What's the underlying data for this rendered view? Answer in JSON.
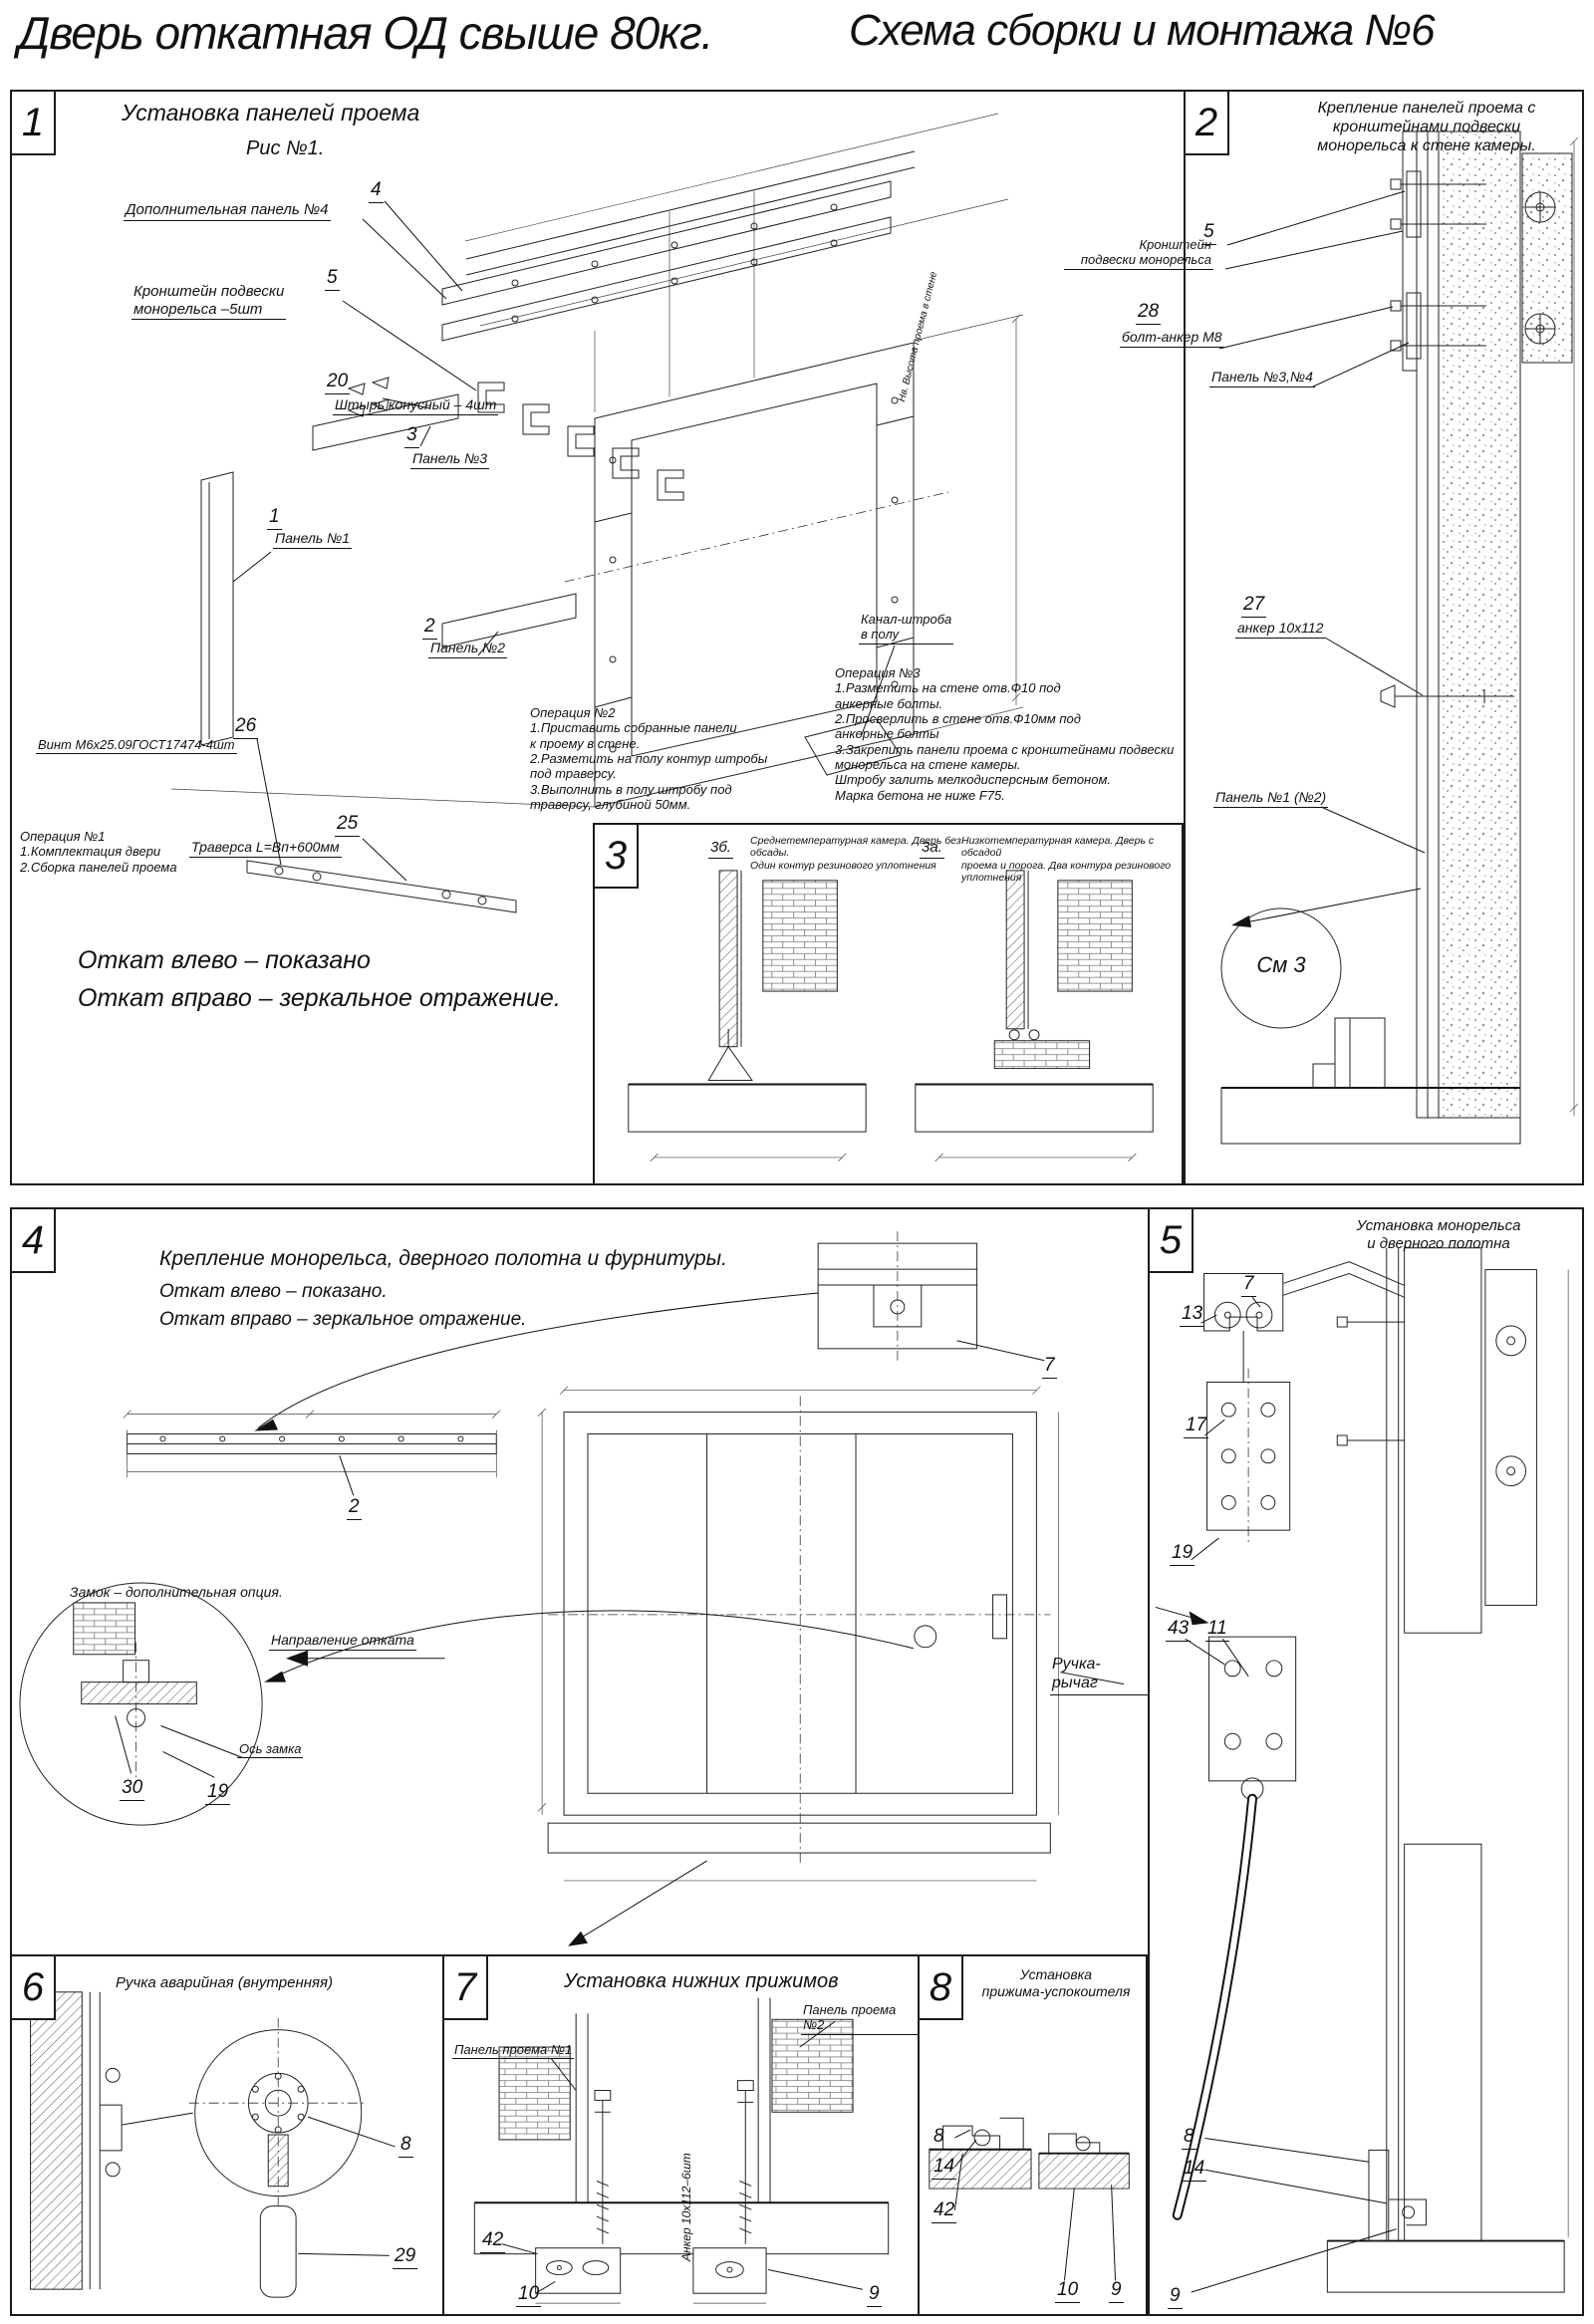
{
  "title": {
    "left": "Дверь откатная ОД свыше 80кг.",
    "right": "Схема сборки и монтажа №6"
  },
  "s1": {
    "num": "1",
    "heading": "Установка панелей проема",
    "fig": "Рис №1.",
    "labels": {
      "n4": "4",
      "panel4": "Дополнительная панель №4",
      "n5": "5",
      "bracket": "Кронштейн подвески\nмонорельса –5шт",
      "n20": "20",
      "pin": "Штырь конусный – 4шт",
      "n3": "3",
      "panel3": "Панель №3",
      "n1": "1",
      "panel1": "Панель №1",
      "n2": "2",
      "panel2": "Панель №2",
      "n26": "26",
      "screw": "Винт М6х25.09ГОСТ17474-4шт",
      "n25": "25",
      "traverse": "Траверса  L=Вп+600мм",
      "channel": "Канал-штроба\nв полу",
      "hdim": "Нв. Высота проема в стене"
    },
    "op1": "Операция №1\n1.Комплектация двери\n2.Сборка панелей проема",
    "op2": "Операция №2\n1.Приставить собранные панели\nк проему в стене.\n2.Разметить на полу контур штробы\nпод траверсу.\n3.Выполнить в полу штробу под\nтраверсу, глубиной 50мм.",
    "op3": "Операция №3\n1.Разметить на стене отв.Ф10 под\nанкерные болты.\n2.Просверлить в стене отв.Ф10мм  под\nанкерные болты\n3.Закрепить панели проема с кронштейнами подвески\nмонорельса на стене камеры.\nШтробу залить мелкодисперсным бетоном.\nМарка бетона не ниже   F75.",
    "note1": "Откат влево – показано",
    "note2": "Откат вправо – зеркальное отражение."
  },
  "s2": {
    "num": "2",
    "heading": "Крепление панелей проема с\nкронштейнами  подвески\nмонорельса к стене камеры.",
    "labels": {
      "n5": "5",
      "bracket": "Кронштейн\nподвески монорельса",
      "n28": "28",
      "bolt": "болт-анкер М8",
      "panels34": "Панель №3,№4",
      "n27": "27",
      "anchor": "анкер 10х112",
      "panel12": "Панель №1 (№2)",
      "see3": "См 3"
    }
  },
  "s3": {
    "num": "3",
    "view_left": "3б.",
    "cap_left": "Среднетемпературная камера. Дверь без обсады.\nОдин контур резинового уплотнения",
    "view_right": "3а.",
    "cap_right": "Низкотемпературная камера. Дверь с обсадой\nпроема и порога. Два контура резинового уплотнения"
  },
  "s4": {
    "num": "4",
    "heading": "Крепление монорельса, дверного полотна и фурнитуры.",
    "note1": "Откат влево – показано.",
    "note2": "Откат вправо – зеркальное отражение.",
    "labels": {
      "n7": "7",
      "n2": "2",
      "lock": "Замок – дополнительная опция.",
      "dir": "Направление отката",
      "axis": "Ось замка",
      "n30": "30",
      "n19": "19",
      "handle": "Ручка-рычаг"
    }
  },
  "s5": {
    "num": "5",
    "heading": "Установка монорельса\nи дверного полотна",
    "labels": {
      "n7": "7",
      "n13": "13",
      "n17": "17",
      "n19": "19",
      "n43": "43",
      "n11": "11",
      "n8": "8",
      "n14": "14",
      "n9": "9"
    }
  },
  "s6": {
    "num": "6",
    "heading": "Ручка аварийная (внутренняя)",
    "labels": {
      "n8": "8",
      "n29": "29"
    }
  },
  "s7": {
    "num": "7",
    "heading": "Установка  нижних прижимов",
    "labels": {
      "panel1": "Панель проема №1",
      "panel2": "Панель проема №2",
      "anchor": "Анкер  10х112–6шт",
      "n42": "42",
      "n10": "10",
      "n9": "9"
    }
  },
  "s8": {
    "num": "8",
    "heading": "Установка\nприжима-успокоителя",
    "labels": {
      "n8": "8",
      "n14": "14",
      "n42": "42",
      "n10": "10",
      "n9": "9"
    }
  }
}
